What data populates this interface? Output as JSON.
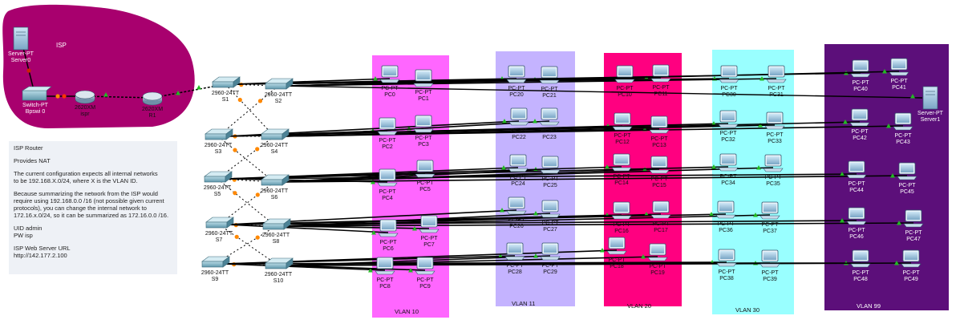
{
  "isp_cloud": {
    "label": "ISP",
    "color": "#a8006e"
  },
  "isp_devices": [
    {
      "id": "server0",
      "type": "server",
      "label_line1": "Server-PT",
      "label_line2": "Server0"
    },
    {
      "id": "sw0",
      "type": "switch",
      "label_line1": "Switch-PT",
      "label_line2": "Bpswi 0"
    },
    {
      "id": "r2620",
      "type": "router",
      "label_line1": "2620XM",
      "label_line2": "ispr"
    },
    {
      "id": "r1",
      "type": "router",
      "label_line1": "2620XM",
      "label_line2": "R1"
    }
  ],
  "note_lines": [
    "ISP Router",
    "Provides NAT",
    "The current configuration expects all internal networks\nto be 192.168.X.0/24, where X is the VLAN ID.",
    "Because summarizing the network from the ISP would\nrequire using 192.168.0.0 /16 (not possible given current\nprotocols), you can change the internal network to\n172.16.x.0/24, so it can be summarized as 172.16.0.0 /16.",
    "UID admin\nPW isp",
    "ISP Web Server URL\nhttp://142.177.2.100"
  ],
  "switches": [
    {
      "id": "S1",
      "model": "2960-24TT",
      "name": "S1"
    },
    {
      "id": "S2",
      "model": "2960-24TT",
      "name": "S2"
    },
    {
      "id": "S3",
      "model": "2960-24TT",
      "name": "S3"
    },
    {
      "id": "S4",
      "model": "2960-24TT",
      "name": "S4"
    },
    {
      "id": "S5",
      "model": "2960-24TT",
      "name": "S5"
    },
    {
      "id": "S6",
      "model": "2960-24TT",
      "name": "S6"
    },
    {
      "id": "S7",
      "model": "2960-24TT",
      "name": "S7"
    },
    {
      "id": "S8",
      "model": "2960-24TT",
      "name": "S8"
    },
    {
      "id": "S9",
      "model": "2960-24TT",
      "name": "S9"
    },
    {
      "id": "S10",
      "model": "2960-24TT",
      "name": "S10"
    }
  ],
  "vlans": [
    {
      "label": "VLAN 10",
      "color": "#ff66ff"
    },
    {
      "label": "VLAN 11",
      "color": "#c4b3ff"
    },
    {
      "label": "VLAN 20",
      "color": "#ff0080"
    },
    {
      "label": "VLAN 30",
      "color": "#99ffff"
    },
    {
      "label": "VLAN 99",
      "color": "#5c0f7a"
    }
  ],
  "pcs": [
    [
      "PC0",
      "PC1",
      "PC2",
      "PC3",
      "PC4",
      "PC5",
      "PC6",
      "PC7",
      "PC8",
      "PC9"
    ],
    [
      "PC20",
      "PC21",
      "PC22",
      "PC23",
      "PC24",
      "PC25",
      "PC26",
      "PC27",
      "PC28",
      "PC29"
    ],
    [
      "PC10",
      "PC11",
      "PC12",
      "PC13",
      "PC14",
      "PC15",
      "PC16",
      "PC17",
      "PC18",
      "PC19"
    ],
    [
      "PC30",
      "PC31",
      "PC32",
      "PC33",
      "PC34",
      "PC35",
      "PC36",
      "PC37",
      "PC38",
      "PC39"
    ],
    [
      "PC40",
      "PC41",
      "PC42",
      "PC43",
      "PC44",
      "PC45",
      "PC46",
      "PC47",
      "PC48",
      "PC49"
    ]
  ],
  "pc_type_label": "PC-PT",
  "server1": {
    "label_line1": "Server-PT",
    "label_line2": "Server1"
  },
  "colors": {
    "link": "#000000",
    "port_up": "#22bb22",
    "port_blocked": "#ff8800"
  }
}
